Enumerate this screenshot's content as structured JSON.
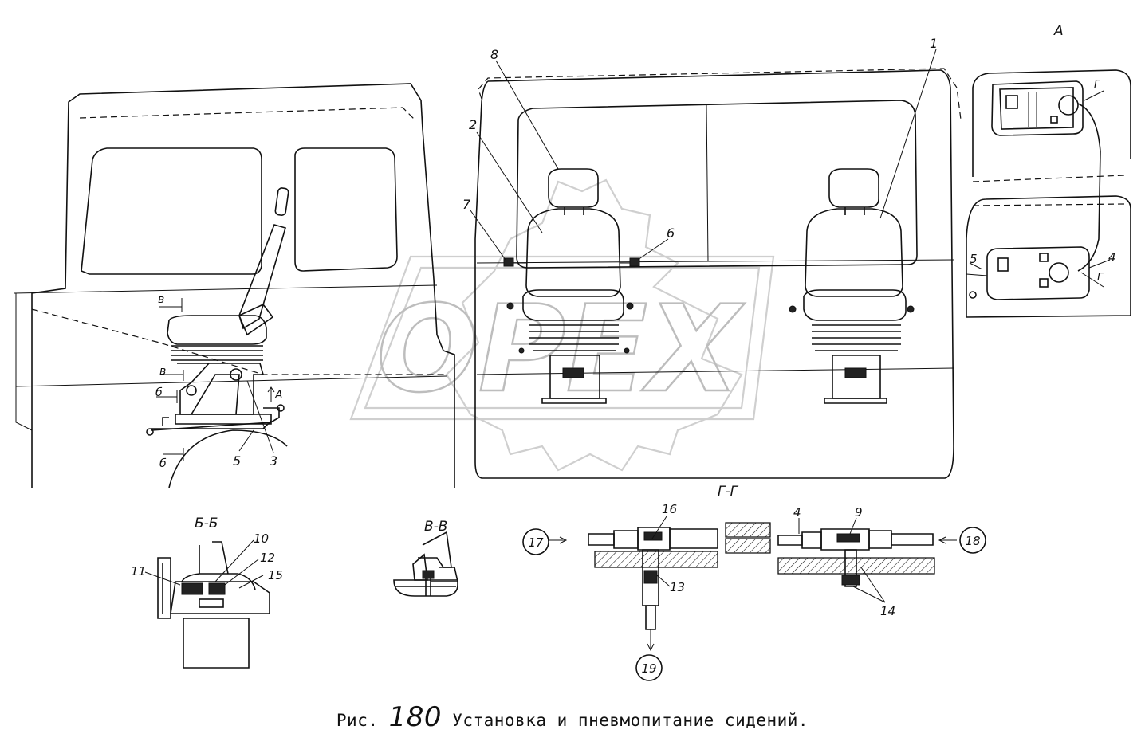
{
  "caption": {
    "prefix": "Рис.",
    "number": "180",
    "title": "Установка и пневмопитание сидений."
  },
  "watermark": {
    "text": "OPEX"
  },
  "views": {
    "a": "А",
    "bb": "Б-Б",
    "vv": "В-В",
    "gg": "Г-Г"
  },
  "section_marks": {
    "v": "в",
    "b": "б",
    "a_arrow": "А",
    "g": "Г"
  },
  "callouts": {
    "c1": "1",
    "c2": "2",
    "c3": "3",
    "c4": "4",
    "c5": "5",
    "c6": "6",
    "c7": "7",
    "c8": "8",
    "c9": "9",
    "c10": "10",
    "c11": "11",
    "c12": "12",
    "c13": "13",
    "c14": "14",
    "c15": "15",
    "c16": "16",
    "c17": "17",
    "c18": "18",
    "c19": "19"
  }
}
